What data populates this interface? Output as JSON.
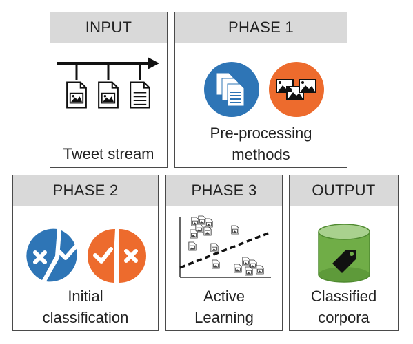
{
  "panels": {
    "input": {
      "header": "INPUT",
      "label": "Tweet stream"
    },
    "phase1": {
      "header": "PHASE 1",
      "label_line1": "Pre-processing",
      "label_line2": "methods"
    },
    "phase2": {
      "header": "PHASE 2",
      "label_line1": "Initial",
      "label_line2": "classification"
    },
    "phase3": {
      "header": "PHASE 3",
      "label_line1": "Active",
      "label_line2": "Learning"
    },
    "output": {
      "header": "OUTPUT",
      "label_line1": "Classified",
      "label_line2": "corpora"
    }
  },
  "colors": {
    "blue": "#2e75b6",
    "orange": "#ed6b2d",
    "green": "#70ad47",
    "header_bg": "#d9d9d9",
    "border": "#4a4a4a"
  },
  "icons": {
    "input": "tweet-stream-timeline-icon",
    "phase1": [
      "documents-icon",
      "images-icon"
    ],
    "phase2": [
      "reject-accept-split-icon",
      "accept-reject-split-icon"
    ],
    "phase3": "active-learning-scatter-icon",
    "output": "tagged-database-icon"
  }
}
